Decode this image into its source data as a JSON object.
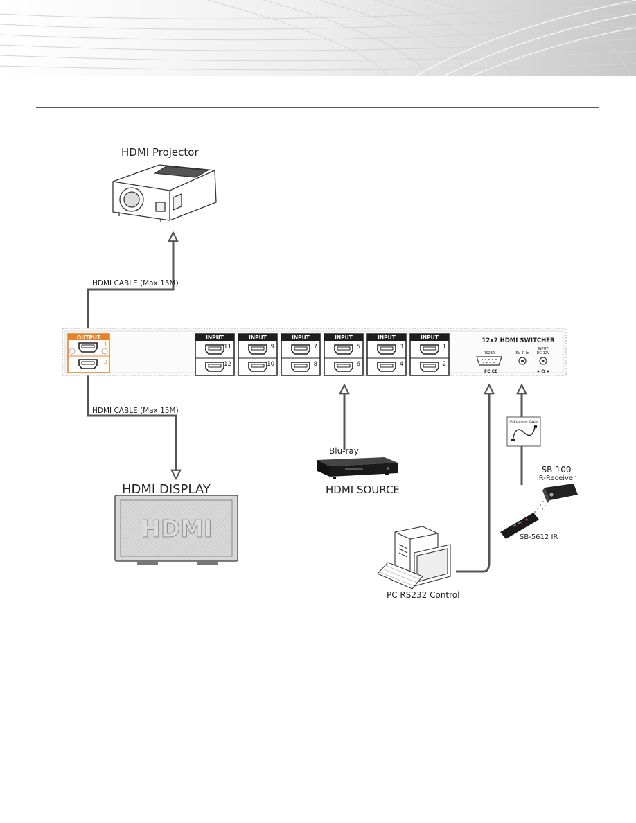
{
  "projector": {
    "label": "HDMI Projector"
  },
  "cable_top": {
    "label": "HDMI CABLE (Max.15M)"
  },
  "cable_bottom": {
    "label": "HDMI CABLE (Max.15M)"
  },
  "switcher": {
    "title": "12x2 HDMI SWITCHER",
    "output_header": "OUTPUT",
    "output_ports": [
      "1",
      "2"
    ],
    "input_groups": [
      {
        "header": "INPUT",
        "top": "11",
        "bottom": "12"
      },
      {
        "header": "INPUT",
        "top": "9",
        "bottom": "10"
      },
      {
        "header": "INPUT",
        "top": "7",
        "bottom": "8"
      },
      {
        "header": "INPUT",
        "top": "5",
        "bottom": "6"
      },
      {
        "header": "INPUT",
        "top": "3",
        "bottom": "4"
      },
      {
        "header": "INPUT",
        "top": "1",
        "bottom": "2"
      }
    ],
    "rs232_label": "RS232",
    "ir_label": "5V IR In",
    "power_label_1": "INPUT",
    "power_label_2": "DC 12V",
    "cert_label": "FC CE"
  },
  "source": {
    "device": "Blu-ray",
    "label": "HDMI SOURCE"
  },
  "display": {
    "label": "HDMI DISPLAY",
    "screen_text": "HDMI"
  },
  "pc": {
    "label": "PC RS232 Control"
  },
  "ir": {
    "cable_label": "IR Extender Cable",
    "receiver_model": "SB-100",
    "receiver_label": "IR-Receiver",
    "remote_label": "SB-5612 IR"
  },
  "colors": {
    "output_accent": "#e8822a",
    "input_header": "#1e1e1e",
    "cable": "#555555"
  }
}
